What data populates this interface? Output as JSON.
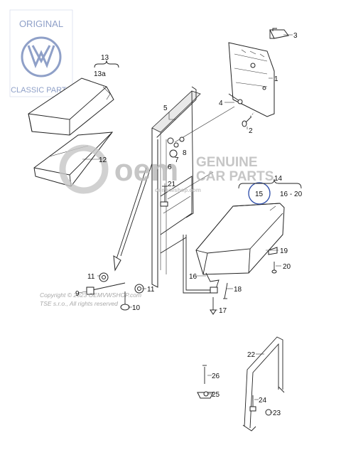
{
  "logo": {
    "top_text": "ORIGINAL",
    "bottom_text": "CLASSIC PARTS",
    "color": "#8fa0c8"
  },
  "watermark": {
    "brand": "oem",
    "line1": "GENUINE",
    "line2": "CAR PARTS",
    "url": "oemvwshop.com"
  },
  "copyright": {
    "line1": "Copyright © 2023 OEMVWSHOP.com",
    "line2": "TSE s.r.o., All rights reserved"
  },
  "highlight_color": "#2a4aa8",
  "labels": {
    "p1": "1",
    "p2": "2",
    "p3": "3",
    "p4": "4",
    "p5": "5",
    "p6": "6",
    "p7": "7",
    "p8": "8",
    "p9": "9",
    "p10": "10",
    "p11a": "11",
    "p11b": "11",
    "p12": "12",
    "p13": "13",
    "p13a": "13a",
    "p14": "14",
    "p15": "15",
    "p16_20": "16 - 20",
    "p16": "16",
    "p17": "17",
    "p18": "18",
    "p19": "19",
    "p20": "20",
    "p21": "21",
    "p22": "22",
    "p23": "23",
    "p24": "24",
    "p25": "25",
    "p26": "26"
  }
}
